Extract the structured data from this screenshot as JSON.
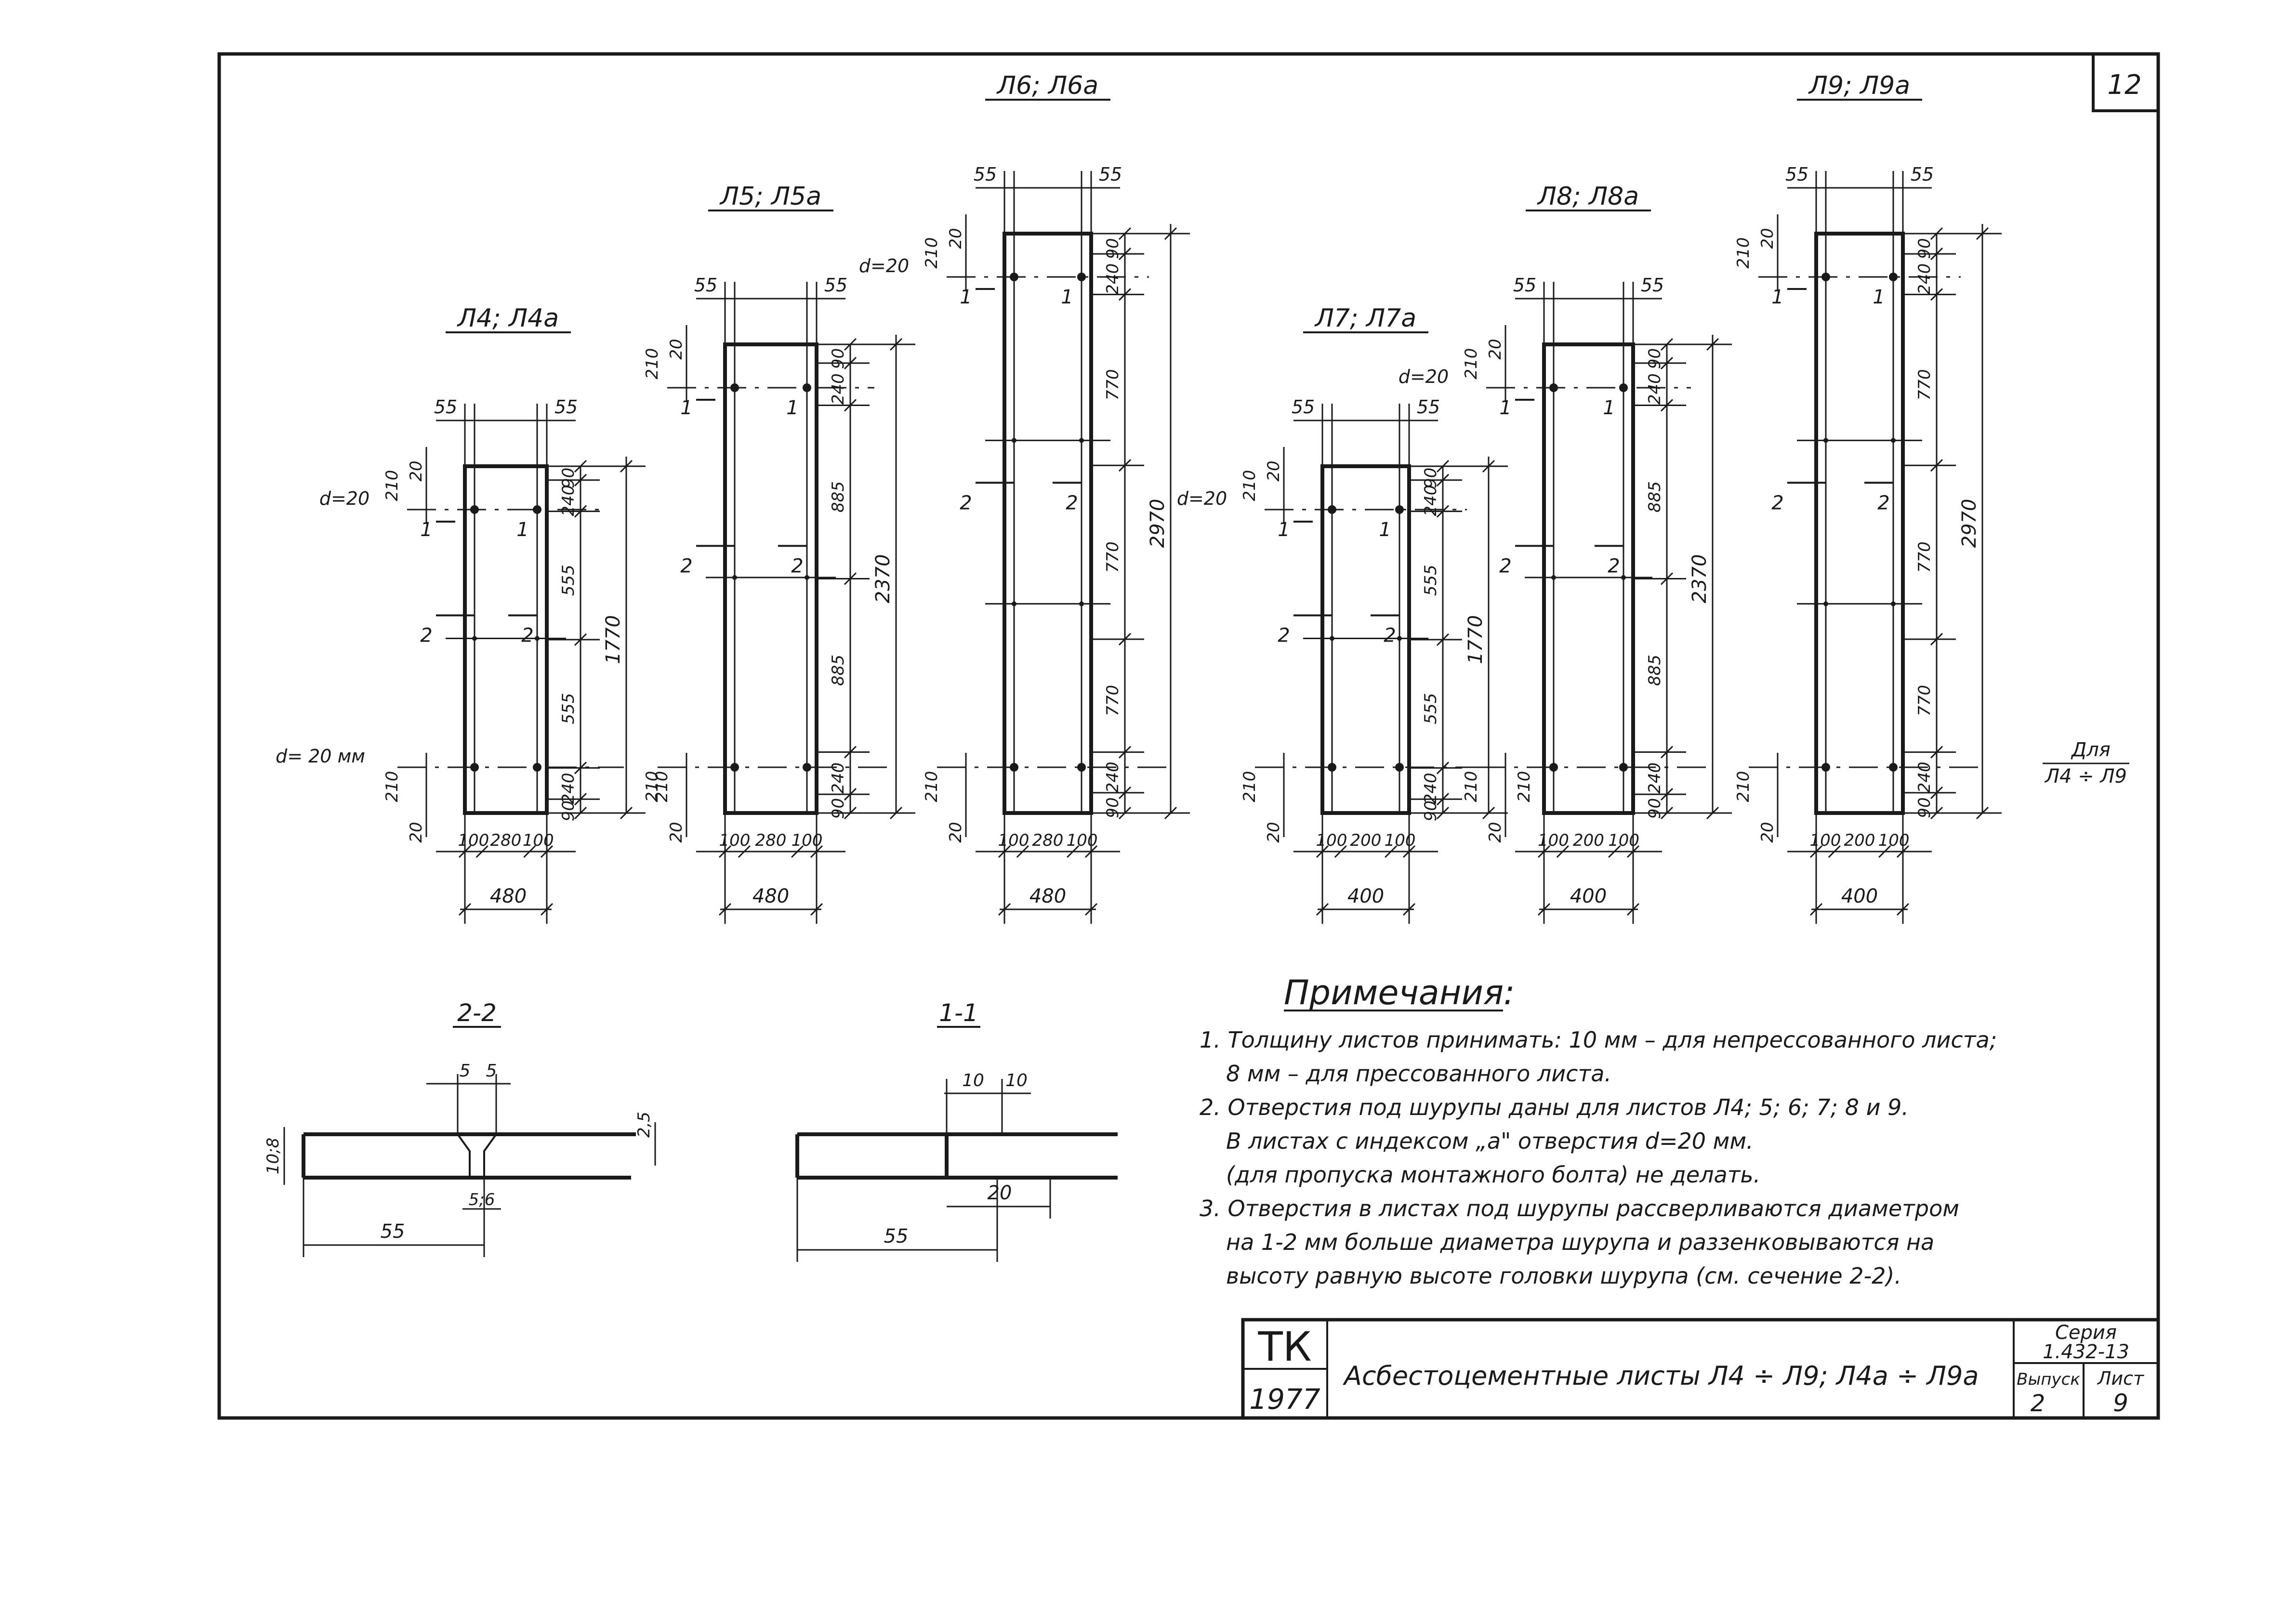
{
  "page_number": "12",
  "sheets": [
    {
      "id": "l4",
      "title": "Л4; Л4а",
      "edge_left": "55",
      "edge_right": "55",
      "hole_top": "d=20",
      "hole_bottom": "d= 20 мм",
      "top_left_dims": [
        "20",
        "210"
      ],
      "right_segments": [
        "90",
        "240",
        "555",
        "555",
        "240",
        "90"
      ],
      "overall": "1770",
      "bottom_left_dims": [
        "210",
        "20"
      ],
      "bottom_right_dim": "210",
      "width_parts": [
        "100",
        "280",
        "100"
      ],
      "width_total": "480",
      "section_marks": [
        "1",
        "1",
        "2",
        "2"
      ]
    },
    {
      "id": "l5",
      "title": "Л5; Л5а",
      "edge_left": "55",
      "edge_right": "55",
      "hole_top": "",
      "hole_bottom": "",
      "top_left_dims": [
        "20",
        "210"
      ],
      "right_segments": [
        "90",
        "240",
        "885",
        "885",
        "240",
        "90"
      ],
      "overall": "2370",
      "bottom_left_dims": [
        "210",
        "20"
      ],
      "bottom_right_dim": "",
      "width_parts": [
        "100",
        "280",
        "100"
      ],
      "width_total": "480",
      "section_marks": [
        "1",
        "1",
        "2",
        "2"
      ]
    },
    {
      "id": "l6",
      "title": "Л6; Л6а",
      "edge_left": "55",
      "edge_right": "55",
      "hole_top": "d=20",
      "hole_bottom": "",
      "top_left_dims": [
        "20",
        "210"
      ],
      "right_segments": [
        "90",
        "240",
        "770",
        "770",
        "770",
        "240",
        "90"
      ],
      "overall": "2970",
      "bottom_left_dims": [
        "210",
        "20"
      ],
      "bottom_right_dim": "",
      "width_parts": [
        "100",
        "280",
        "100"
      ],
      "width_total": "480",
      "section_marks": [
        "1",
        "1",
        "2",
        "2"
      ]
    },
    {
      "id": "l7",
      "title": "Л7; Л7а",
      "edge_left": "55",
      "edge_right": "55",
      "hole_top": "d=20",
      "hole_bottom": "",
      "top_left_dims": [
        "20",
        "210"
      ],
      "right_segments": [
        "90",
        "240",
        "555",
        "555",
        "240",
        "90"
      ],
      "overall": "1770",
      "bottom_left_dims": [
        "210",
        "20"
      ],
      "bottom_right_dim": "210",
      "width_parts": [
        "100",
        "200",
        "100"
      ],
      "width_total": "400",
      "section_marks": [
        "1",
        "1",
        "2",
        "2"
      ]
    },
    {
      "id": "l8",
      "title": "Л8; Л8а",
      "edge_left": "55",
      "edge_right": "55",
      "hole_top": "d=20",
      "hole_bottom": "",
      "top_left_dims": [
        "20",
        "210"
      ],
      "right_segments": [
        "90",
        "240",
        "885",
        "885",
        "240",
        "90"
      ],
      "overall": "2370",
      "bottom_left_dims": [
        "210",
        "20"
      ],
      "bottom_right_dim": "",
      "width_parts": [
        "100",
        "200",
        "100"
      ],
      "width_total": "400",
      "section_marks": [
        "1",
        "1",
        "2",
        "2"
      ]
    },
    {
      "id": "l9",
      "title": "Л9; Л9а",
      "edge_left": "55",
      "edge_right": "55",
      "hole_top": "",
      "hole_bottom": "",
      "top_left_dims": [
        "20",
        "210"
      ],
      "right_segments": [
        "90",
        "240",
        "770",
        "770",
        "770",
        "240",
        "90"
      ],
      "overall": "2970",
      "bottom_left_dims": [
        "210",
        "20"
      ],
      "bottom_right_dim": "",
      "width_parts": [
        "100",
        "200",
        "100"
      ],
      "width_total": "400",
      "section_marks": [
        "1",
        "1",
        "2",
        "2"
      ]
    }
  ],
  "for_note": {
    "line1": "Для",
    "line2": "Л4 ÷ Л9"
  },
  "section_2_2": {
    "title": "2-2",
    "thickness": "10;8",
    "top_dims": [
      "5",
      "5"
    ],
    "depth": "2,5",
    "bottom_dim": "5;6",
    "length": "55"
  },
  "section_1_1": {
    "title": "1-1",
    "top_dims": [
      "10",
      "10"
    ],
    "inner": "20",
    "length": "55"
  },
  "notes": {
    "heading": "Примечания:",
    "lines": [
      "1. Толщину листов принимать: 10 мм – для непрессованного листа;",
      "8 мм – для прессованного листа.",
      "2. Отверстия под шурупы даны для листов Л4; 5; 6; 7; 8 и 9.",
      "В листах с индексом „а\" отверстия d=20 мм.",
      "(для пропуска монтажного болта) не делать.",
      "3. Отверстия в листах под шурупы рассверливаются диаметром",
      "на 1-2 мм больше диаметра шурупа и раззенковываются на",
      "высоту равную высоте головки шурупа (см. сечение 2-2)."
    ]
  },
  "title_block": {
    "org": "ТК",
    "year": "1977",
    "title": "Асбестоцементные листы Л4 ÷ Л9; Л4а ÷ Л9а",
    "series_label": "Серия",
    "series": "1.432-13",
    "issue_label": "Выпуск",
    "issue": "2",
    "sheet_label": "Лист",
    "sheet": "9"
  }
}
